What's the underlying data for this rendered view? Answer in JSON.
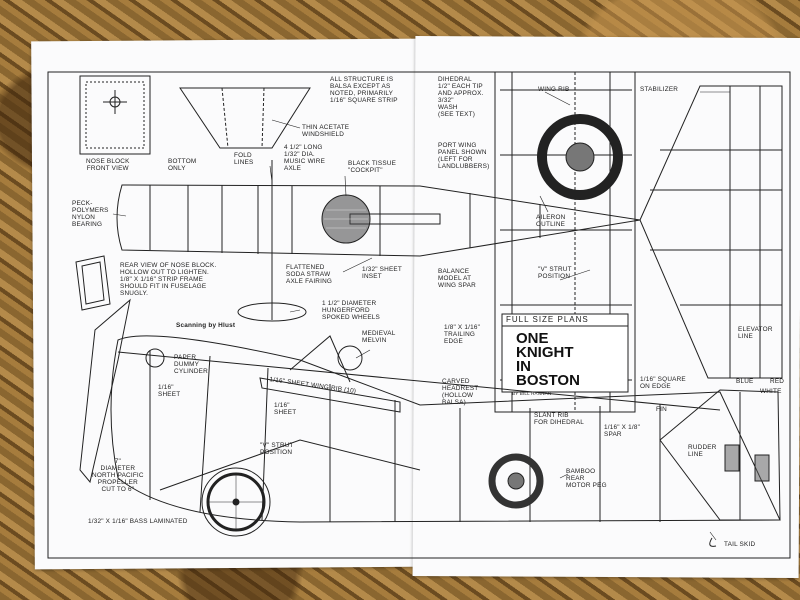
{
  "plan": {
    "title_banner": "FULL SIZE PLANS",
    "title_lines": [
      "ONE",
      "KNIGHT",
      "IN",
      "BOSTON"
    ],
    "author": "BY BILL HANNAN",
    "credit": "Scanning by Hlust",
    "labels": {
      "nose_block": "NOSE BLOCK\nFRONT VIEW",
      "all_structure": "ALL STRUCTURE IS\nBALSA EXCEPT AS\nNOTED, PRIMARILY\n1/16\" SQUARE STRIP",
      "acetate": "THIN ACETATE\nWINDSHIELD",
      "fold_lines": "FOLD\nLINES",
      "bottom_only": "BOTTOM\nONLY",
      "music_wire": "4 1/2\" LONG\n1/32\" DIA.\nMUSIC WIRE\nAXLE",
      "black_tissue": "BLACK TISSUE\n\"COCKPIT\"",
      "peck": "PECK-\nPOLYMERS\nNYLON\nBEARING",
      "rear_view": "REAR VIEW OF NOSE BLOCK.\nHOLLOW OUT TO LIGHTEN.\n1/8\" x 1/16\" STRIP FRAME\nSHOULD FIT IN FUSELAGE\nSNUGLY.",
      "soda_straw": "FLATTENED\nSODA STRAW\nAXLE FAIRING",
      "sheet_inset": "1/32\" SHEET\nINSET",
      "wheels": "1 1/2\" DIAMETER\nHUNGERFORD\nSPOKED WHEELS",
      "dihedral": "DIHEDRAL\n1/2\" EACH TIP\nAND APPROX.\n3/32\"\nWASH\n(SEE TEXT)",
      "wing_rib": "WING RIB",
      "stabilizer": "STABILIZER",
      "port_wing": "PORT WING\nPANEL SHOWN\n(LEFT FOR\nLANDLUBBERS)",
      "aileron": "AILERON\nOUTLINE",
      "balance": "BALANCE\nMODEL AT\nWING SPAR",
      "v_strut": "\"V\" STRUT\nPOSITION",
      "trailing_edge": "1/8\" x 1/16\"\nTRAILING\nEDGE",
      "elevator": "ELEVATOR\nLINE",
      "square_edge": "1/16\" SQUARE\nON EDGE",
      "blue": "BLUE",
      "red": "RED",
      "white": "WHITE",
      "fin": "FIN",
      "medieval": "MEDIEVAL\nMELVIN",
      "paper_dummy": "PAPER\nDUMMY\nCYLINDER",
      "sheet_116": "1/16\"\nSHEET",
      "wing_rib_10": "1/16\" SHEET WING RIB (10)",
      "sheet_116b": "1/16\"\nSHEET",
      "carved": "CARVED\nHEADREST\n(HOLLOW\nBALSA)",
      "slant_rib": "SLANT RIB\nFOR DIHEDRAL",
      "spar": "1/16\" x 1/8\"\nSPAR",
      "v_strut2": "\"V\" STRUT\nPOSITION",
      "rudder": "RUDDER\nLINE",
      "propeller": "7\"\nDIAMETER\nNORTH PACIFIC\nPROPELLER\nCUT TO 6\"",
      "bamboo": "BAMBOO\nREAR\nMOTOR PEG",
      "bass": "1/32\" x 1/16\" BASS LAMINATED",
      "tail_skid": "TAIL SKID"
    }
  }
}
